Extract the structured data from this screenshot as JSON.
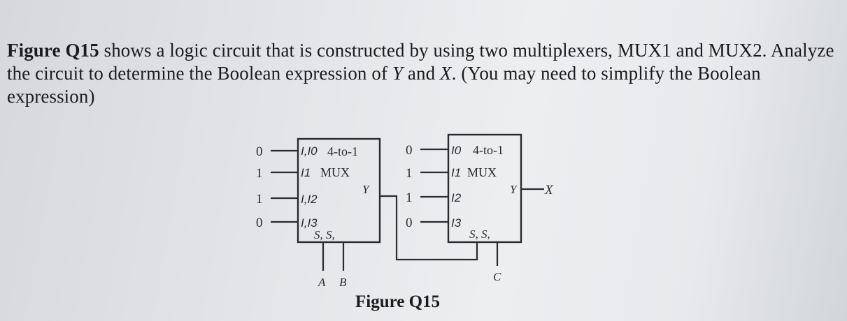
{
  "question": {
    "figure_ref": "Figure Q15",
    "text_1": " shows a logic circuit that is constructed by using two multiplexers, MUX1 and MUX2. Analyze the circuit to determine the Boolean expression of ",
    "var_y": "Y",
    "text_2": " and ",
    "var_x": "X",
    "text_3": ". (You may need to simplify the Boolean expression)"
  },
  "mux1": {
    "inputs": [
      "0",
      "1",
      "1",
      "0"
    ],
    "input_labels": [
      "I,I0",
      "I1",
      "I,I2",
      "I,I3"
    ],
    "title_line1": "4-to-1",
    "title_line2": "MUX",
    "select_label": "S, S,",
    "output_label": "Y",
    "select_signals": [
      "A",
      "B"
    ]
  },
  "mux2": {
    "inputs": [
      "0",
      "1",
      "1",
      "0"
    ],
    "input_labels": [
      "I0",
      "I1",
      "I2",
      "I3"
    ],
    "title_line1": "4-to-1",
    "title_line2": "MUX",
    "select_label": "S, S,",
    "output_label": "Y",
    "output_signal": "X",
    "select_signals": [
      "C"
    ]
  },
  "caption": "Figure Q15"
}
